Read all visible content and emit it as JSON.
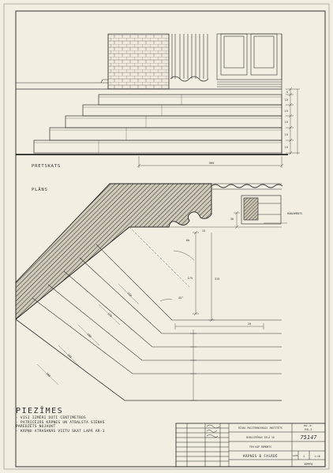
{
  "views": {
    "front_label": "PRETSKATS",
    "plan_label": "PLĀNS"
  },
  "dimensions": {
    "front_width": "560",
    "front_heights": [
      "5",
      "15",
      "15",
      "15",
      "15",
      "15"
    ],
    "plan_top": "30",
    "plan_side": "60",
    "plan_diag": [
      "150",
      "170",
      "180",
      "190",
      "200"
    ],
    "plan_len": "175",
    "plan_right": "315",
    "plan_vert": "20",
    "plan_small": "15",
    "angle": "45°",
    "wall_label": "HĀNLAMENTS"
  },
  "notes": {
    "title": "PIEZĪMES",
    "lines": [
      "- VISI IZMĒRI DOTI CENTIMETROS",
      "- PATRICĒJĀS KĀPNES UN ATBALSTA SIENAS",
      "  PAREDZĒTS NOJAUKT",
      "- KĀPŅU ATRAŠANĀS VIETU SKAT LAPĀ AR-1"
    ]
  },
  "title_block": {
    "org": "RĪGAS POLITEHNISKAIS INSTITŪTS",
    "project": "BIBLIOTĒKAS IELĀ 16",
    "stage": "TEH KAP REMONTS",
    "sheet_title": "KĀPNES B FASĀDĒ",
    "code_label": "INV. Nr.",
    "code": "RS-2",
    "inventory": "75147",
    "sheet_label": "LAPA",
    "sheet_no": "1",
    "scale": "1:10",
    "format": "KPPP6"
  }
}
